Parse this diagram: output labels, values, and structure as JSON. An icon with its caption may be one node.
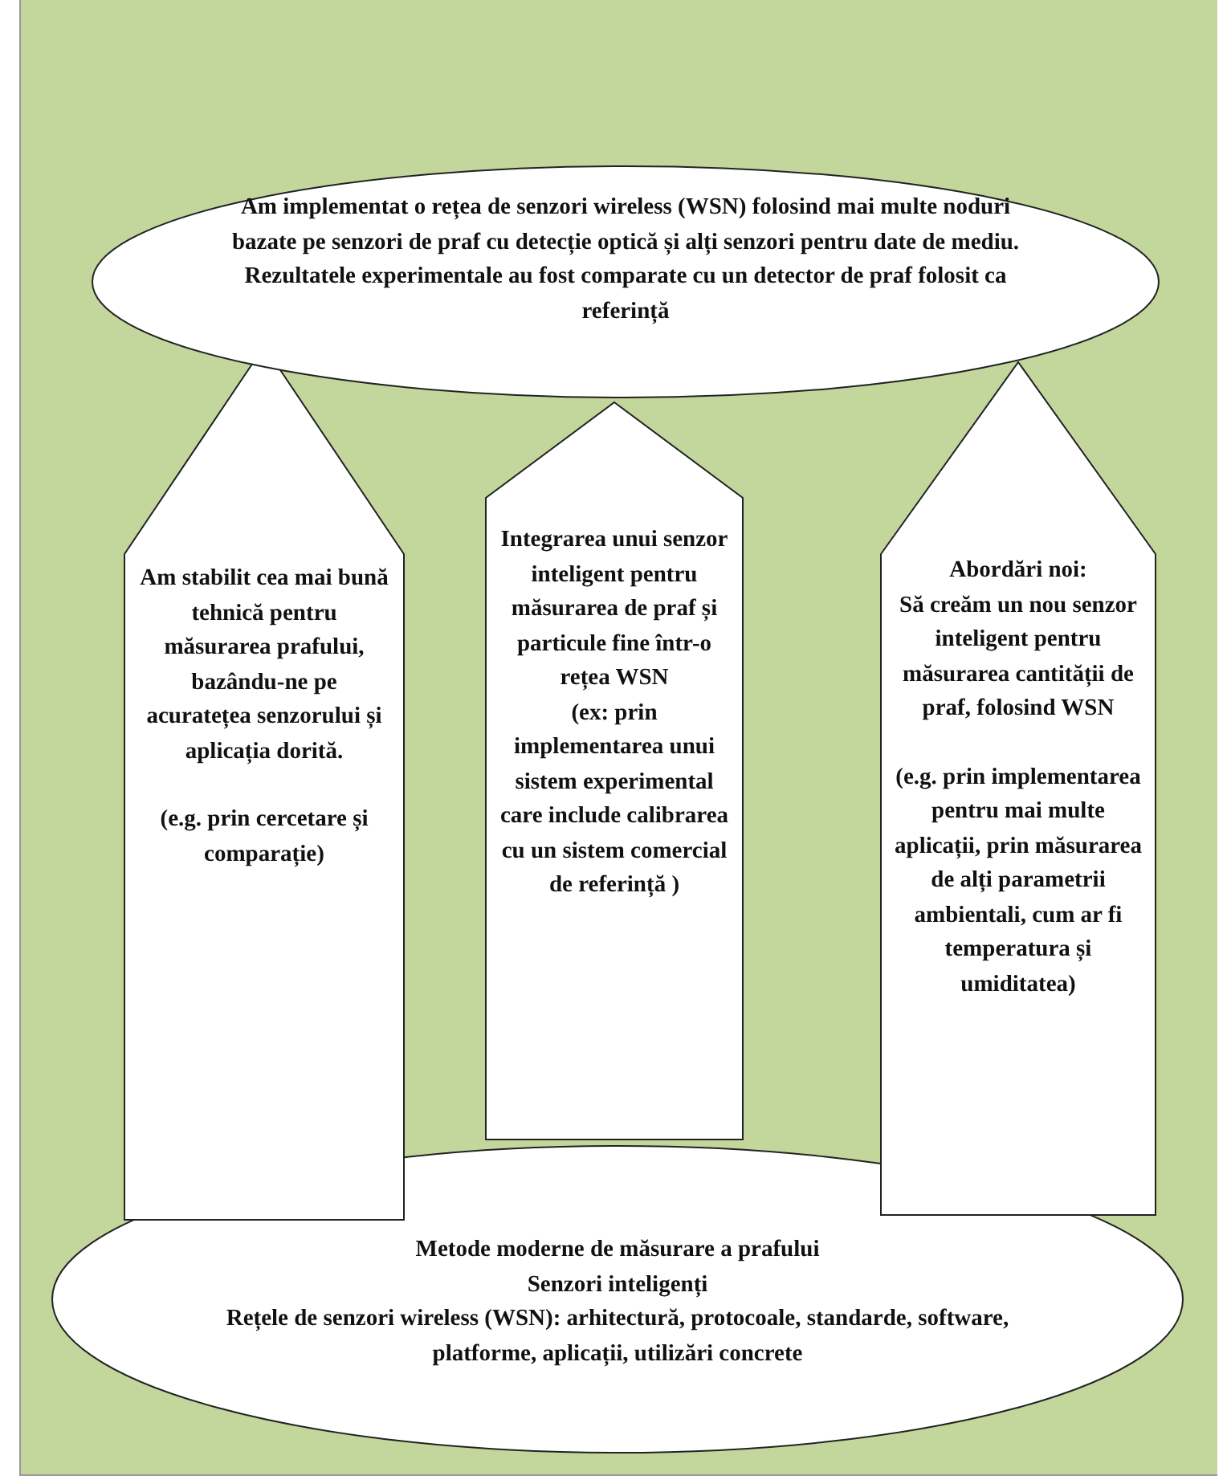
{
  "diagram": {
    "nodes": [
      {
        "text": [
          "Am implementat o rețea de senzori wireless (WSN) folosind mai multe noduri bazate pe senzori de praf cu detecție optică și alți senzori pentru date de mediu. Rezultatele experimentale au fost comparate cu un detector de praf folosit ca referință"
        ]
      },
      {
        "text": [
          "Am stabilit cea mai bună tehnică pentru măsurarea prafului, bazându-ne pe acuratețea senzorului și aplicația dorită.",
          "(e.g. prin cercetare și comparație)"
        ]
      },
      {
        "text": [
          "Integrarea unui senzor inteligent pentru măsurarea de praf și particule fine într-o rețea WSN",
          "(ex: prin implementarea unui sistem experimental care include calibrarea cu un sistem comercial de referință )"
        ]
      },
      {
        "text": [
          "Abordări noi:",
          "Să creăm un nou senzor inteligent pentru măsurarea cantității de praf, folosind WSN",
          "(e.g. prin implementarea pentru mai multe aplicații, prin măsurarea de alți parametrii ambientali, cum ar fi temperatura și umiditatea)"
        ]
      },
      {
        "text": [
          "Metode moderne de măsurare a prafului",
          "Senzori inteligenți",
          "Rețele de senzori wireless (WSN): arhitectură, protocoale, standarde, software, platforme, aplicații, utilizări concrete"
        ]
      }
    ]
  }
}
